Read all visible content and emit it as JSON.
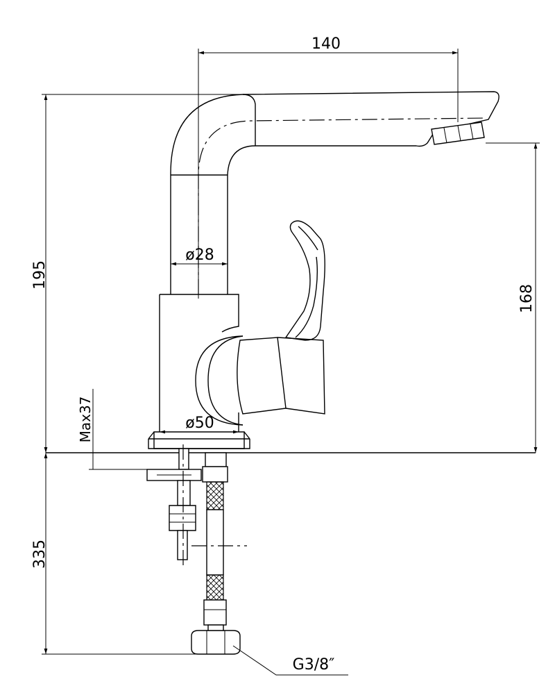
{
  "dimensions": {
    "spout_reach": "140",
    "total_height": "195",
    "spout_height": "168",
    "spout_diameter": "ø28",
    "base_diameter": "ø50",
    "max_thickness": "Max37",
    "hose_length": "335",
    "thread": "G3/8″"
  },
  "colors": {
    "line": "#000000",
    "background": "#ffffff"
  }
}
